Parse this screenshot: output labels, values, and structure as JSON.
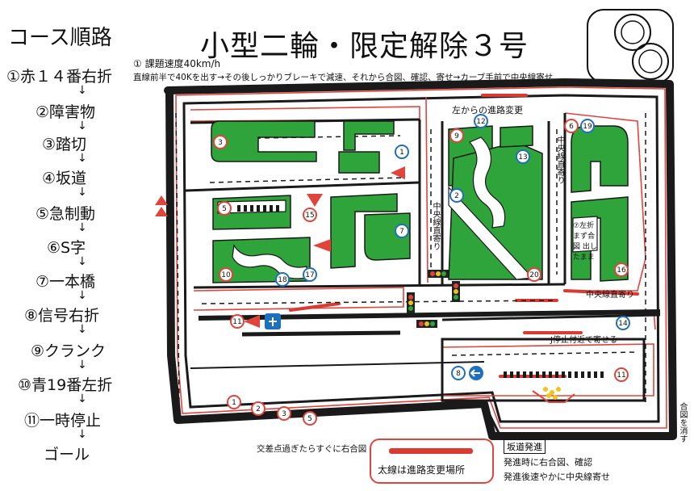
{
  "left_title": "コース順路",
  "main_title": "小型二輪・限定解除３号",
  "steps": [
    "①赤１４番右折",
    "②障害物",
    "③踏切",
    "④坂道",
    "⑤急制動",
    "⑥S字",
    "⑦一本橋",
    "⑧信号右折",
    "⑨クランク",
    "⑩青19番左折",
    "⑪一時停止",
    "ゴール"
  ],
  "notes": {
    "speed_line1": "① 課題速度40km/h",
    "speed_line2": "直線前半で40Kを出す→その後しっかりブレーキで減速、それから合図、確認、寄せ→カーブ手前で中央線寄せ",
    "left_lane_change": "左からの進路変更",
    "center_line_right": "中央線直寄り",
    "center_line_mid": "中央線直寄り",
    "center_line_lower": "中央線直寄り",
    "left_turn_signal": "⑦左折 まず合図 出したまま",
    "stop_line_near": "J停止付近で寄せる",
    "cross_pass": "交差点過ぎたらすぐに右合図",
    "start_label": "坂道発進",
    "start_note1": "発進時に右合図、確認",
    "start_note2": "発進後速やかに中央線寄せ",
    "signal_cancel": "合図を消す",
    "legend": "太線は進路変更場所"
  },
  "markers": {
    "red_circles": [
      "1",
      "2",
      "3",
      "5",
      "6",
      "9",
      "10",
      "11",
      "15",
      "16",
      "20",
      "3",
      "5"
    ],
    "blue_circles": [
      "1",
      "2",
      "7",
      "12",
      "13",
      "14",
      "17",
      "18",
      "19",
      "8"
    ]
  },
  "colors": {
    "island_green": "#2fa43a",
    "road_gray": "#6e6e6e",
    "route_red": "#e0443b",
    "marker_blue": "#1f6fbf"
  }
}
